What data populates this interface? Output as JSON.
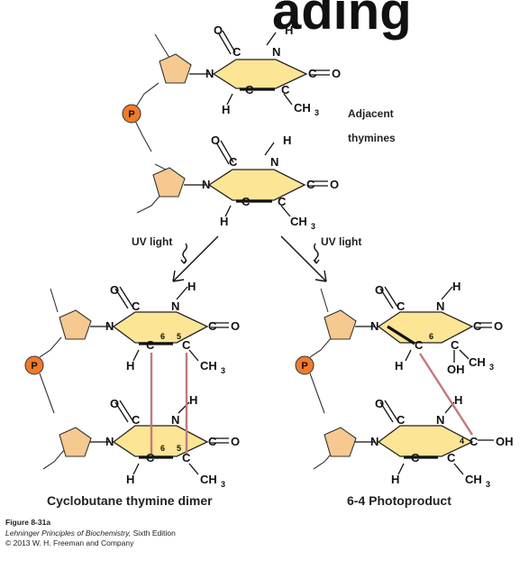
{
  "heading_fragment": "ading",
  "labels": {
    "adjacent_line1": "Adjacent",
    "adjacent_line2": "thymines",
    "uv_left": "UV light",
    "uv_right": "UV light",
    "dimer_title": "Cyclobutane thymine dimer",
    "photoproduct_title": "6-4 Photoproduct",
    "phosphate": "P"
  },
  "atoms": {
    "O": "O",
    "C": "C",
    "N": "N",
    "H": "H",
    "OH": "OH",
    "CH3": "CH",
    "CH3_sub": "3",
    "pos6": "6",
    "pos5": "5",
    "pos4": "4"
  },
  "caption": {
    "figure": "Figure 8-31a",
    "book_title": "Lehninger Principles of Biochemistry,",
    "edition": " Sixth Edition",
    "copyright": "© 2013 W. H. Freeman and Company"
  },
  "colors": {
    "ring_fill": "#fde596",
    "sugar_fill": "#f5c98f",
    "phosphate_fill": "#f07a2a",
    "crosslink": "#c07a7e"
  }
}
